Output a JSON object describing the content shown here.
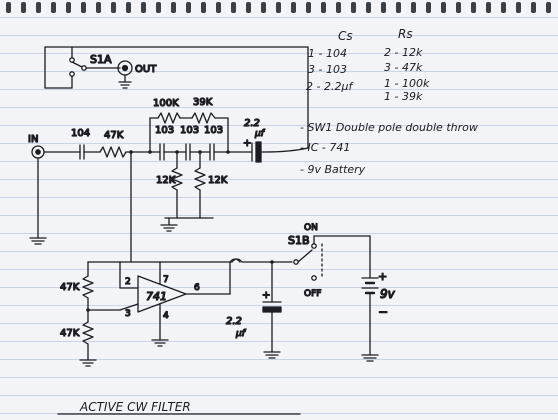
{
  "diagram": {
    "title": "ACTIVE CW FILTER",
    "labels": {
      "s1a": "S1A",
      "out": "OUT",
      "in": "IN",
      "r_in": "47K",
      "c_in": "104",
      "r_top_a": "100K",
      "r_top_b": "39K",
      "c_a": "103",
      "c_b": "103",
      "c_c": "103",
      "c_out_value": "2.2",
      "c_out_unit": "µf",
      "plus_out": "+",
      "r_12k_a": "12K",
      "r_12k_b": "12K",
      "s1b": "S1B",
      "on": "ON",
      "off": "OFF",
      "battery": "9v",
      "batt_plus": "+",
      "batt_minus": "−",
      "r_div_top": "47K",
      "r_div_bottom": "47K",
      "pin2": "2",
      "pin3": "3",
      "pin4": "4",
      "pin6": "6",
      "pin7": "7",
      "ic": "741",
      "c_bypass_value": "2.2",
      "c_bypass_unit": "µf",
      "plus_bypass": "+"
    },
    "notes": {
      "cs_header": "Cs",
      "cs": [
        "1 - 104",
        "3 - 103",
        "2 - 2.2µf"
      ],
      "rs_header": "Rs",
      "rs": [
        "2 - 12k",
        "3 - 47k",
        "1 - 100k",
        "1 - 39k"
      ],
      "parts": [
        "- SW1 Double pole double throw",
        "- IC - 741",
        "- 9v Battery"
      ]
    }
  },
  "colors": {
    "ink": "#1c1c22",
    "paper": "#f3f4f7",
    "rule": "#c9d4e6",
    "rings": "#3b3f46"
  }
}
